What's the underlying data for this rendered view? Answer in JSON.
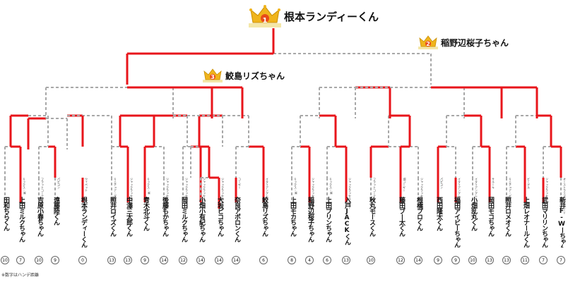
{
  "winners": [
    {
      "rank": "1",
      "name": "根本ランディーくん"
    },
    {
      "rank": "2",
      "name": "稲野辺桜子ちゃん"
    },
    {
      "rank": "3",
      "name": "鮫島リズちゃん"
    }
  ],
  "players": [
    {
      "name": "田和ちらくん",
      "tag": "",
      "seed": "10"
    },
    {
      "name": "上田ミルクちゃん",
      "tag": "ミックス・M",
      "seed": "7"
    },
    {
      "name": "吉原小春ちゃん",
      "tag": "フラットコーテッドレトリバー",
      "seed": "10"
    },
    {
      "name": "遠藤陸くん",
      "tag": "パピヨン",
      "seed": "9"
    },
    {
      "name": "根本ランディーくん",
      "tag": "ウィペット",
      "seed": "0"
    },
    {
      "name": "照井ロイズくん",
      "tag": "ミニチュア・ダックスフンド",
      "seed": "13"
    },
    {
      "name": "中澤三太郎くん",
      "tag": "ジャックラッセルテリア",
      "seed": "13"
    },
    {
      "name": "青木北斗くん",
      "tag": "ミックス・M",
      "seed": "9"
    },
    {
      "name": "後藤もかちゃん",
      "tag": "ジャックラッセルテリア",
      "seed": "14"
    },
    {
      "name": "岡田ミルクちゃん",
      "tag": "ジャックラッセルテリア",
      "seed": "12"
    },
    {
      "name": "小畑小有紀ちゃん",
      "tag": "ジャックラッセルテリア",
      "seed": "14"
    },
    {
      "name": "大坂ピコちゃん",
      "tag": "ジャックラッセルテリア",
      "seed": "14"
    },
    {
      "name": "奈良アポロンくん",
      "tag": "コーギー",
      "seed": "14"
    },
    {
      "name": "鮫島リズちゃん",
      "tag": "イタリアングレーハウンド",
      "seed": "6"
    },
    {
      "name": "上田モカちゃん",
      "tag": "ミックス・M",
      "seed": "8"
    },
    {
      "name": "稲野辺桜子ちゃん",
      "tag": "ジャックラッセルテリア",
      "seed": "4"
    },
    {
      "name": "上田プリンちゃん",
      "tag": "ミックス・M",
      "seed": "6"
    },
    {
      "name": "入戸JACKくん",
      "tag": "ジャックラッセルテリア",
      "seed": "13"
    },
    {
      "name": "秋丸モースくん",
      "tag": "フラットコーテッドレトリバー",
      "seed": "10"
    },
    {
      "name": "藤田ブー太くん",
      "tag": "Wコーギー",
      "seed": "12"
    },
    {
      "name": "根橋プロくん",
      "tag": "ジャックラッセルテリア",
      "seed": "14"
    },
    {
      "name": "西田隆太くん",
      "tag": "パピヨン",
      "seed": "9"
    },
    {
      "name": "福田アイビーちゃん",
      "tag": "イタリアングレーハウンド",
      "seed": "9"
    },
    {
      "name": "小畑乱丸くん",
      "tag": "イタリアングレーハウンド",
      "seed": "10"
    },
    {
      "name": "岡田モコちゃん",
      "tag": "サルーキ",
      "seed": "13"
    },
    {
      "name": "照井ロメオくん",
      "tag": "ミニチュア・ピンシャー",
      "seed": "13"
    },
    {
      "name": "上畑レオナールくん",
      "tag": "ビーグル",
      "seed": "11"
    },
    {
      "name": "武田マリリンちゃん",
      "tag": "ジャックラッセルテリア",
      "seed": "7"
    },
    {
      "name": "新井F-Wーちゃん",
      "tag": "オーストラリアンシェパード",
      "seed": "7"
    }
  ],
  "footnote": "※数字はハンデ距離",
  "colors": {
    "winner_line": "#e8151b",
    "loser_line": "#a8a8a8",
    "crown": "#f0b41c",
    "crown_badge": "#e84a1a"
  }
}
